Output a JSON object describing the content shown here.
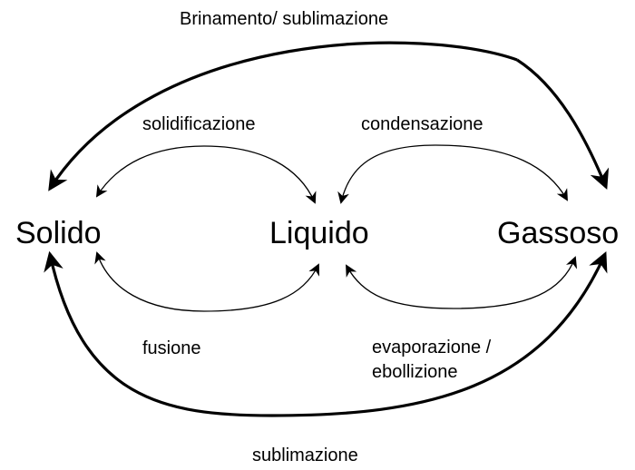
{
  "states": {
    "solid": "Solido",
    "liquid": "Liquido",
    "gas": "Gassoso"
  },
  "transitions": {
    "top_outer": "Brinamento/ sublimazione",
    "solidification": "solidificazione",
    "condensation": "condensazione",
    "fusion": "fusione",
    "evaporation_line1": "evaporazione /",
    "evaporation_line2": "ebollizione",
    "bottom_outer": "sublimazione"
  },
  "colors": {
    "ink": "#000000",
    "background": "#ffffff"
  }
}
